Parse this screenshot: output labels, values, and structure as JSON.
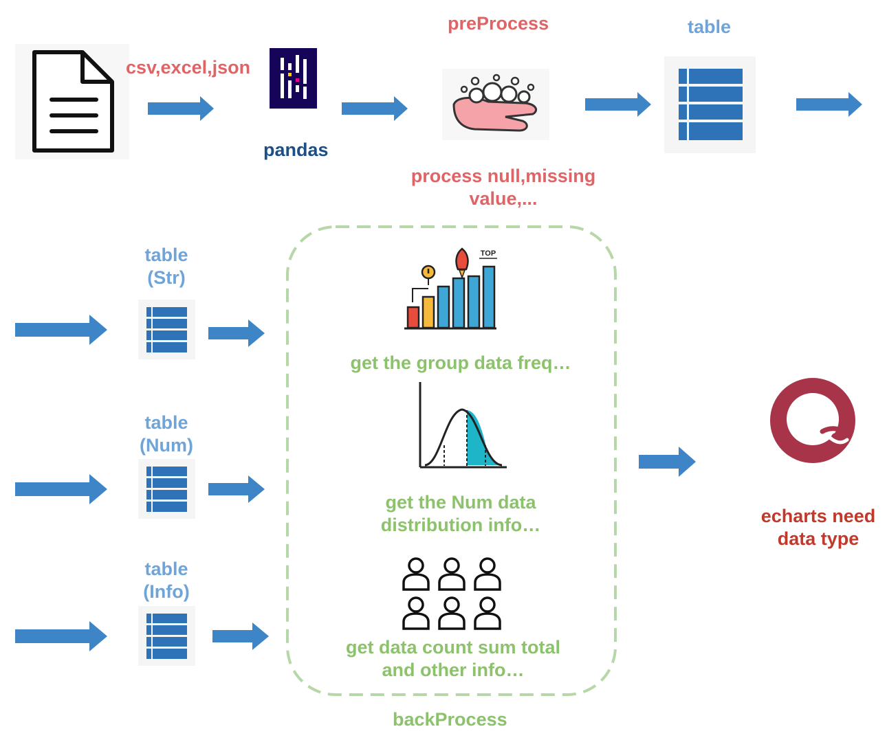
{
  "top": {
    "source_formats": "csv,excel,json",
    "pandas_label": "pandas",
    "preprocess_title": "preProcess",
    "preprocess_caption": [
      "process null,missing",
      "value,..."
    ],
    "table_label": "table"
  },
  "tables": {
    "str": [
      "table",
      "(Str)"
    ],
    "num": [
      "table",
      "(Num)"
    ],
    "info": [
      "table",
      "(Info)"
    ]
  },
  "backprocess": {
    "title": "backProcess",
    "group_caption": "get the group data freq…",
    "num_caption": [
      "get the Num data",
      "distribution info…"
    ],
    "count_caption": [
      "get data count sum total",
      "and other info…"
    ],
    "top_badge": "TOP"
  },
  "output": {
    "caption": [
      "echarts need",
      "data type"
    ]
  },
  "colors": {
    "arrow": "#3d85c6",
    "table_icon": "#2e72b8",
    "pandas_bg": "#150458",
    "echarts": "#a8344a",
    "dashed_border": "#b6d7a8"
  }
}
